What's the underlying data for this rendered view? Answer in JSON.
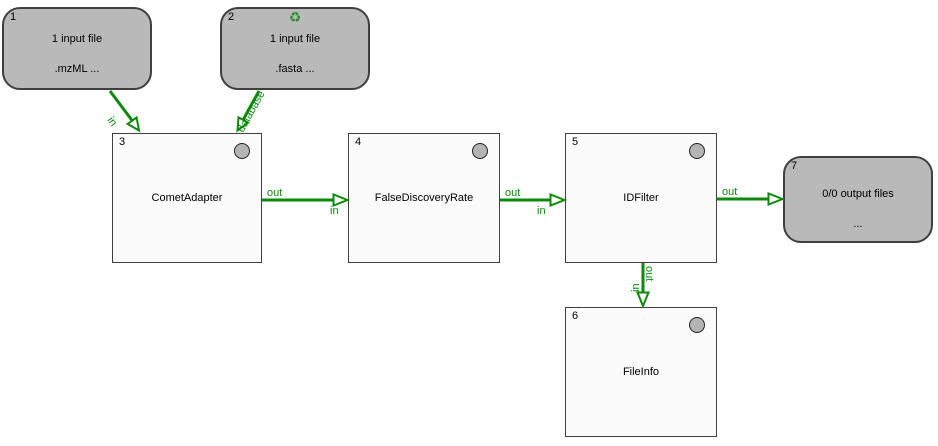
{
  "palette": {
    "edge_green": "#0c8a0c",
    "node_gray_fill": "#b9b9b9",
    "node_light_fill": "#fbfbfb",
    "node_border": "#3f3f3f",
    "circle_fill": "#b4b4b4",
    "recycle_green": "#2e8b2e"
  },
  "icons": {
    "recycle": "♻"
  },
  "nodes": [
    {
      "number": "1",
      "type": "input",
      "line1": "1 input file",
      "line2": ".mzML ..."
    },
    {
      "number": "2",
      "type": "input",
      "line1": "1 input file",
      "line2": ".fasta ..."
    },
    {
      "number": "3",
      "type": "tool",
      "label": "CometAdapter"
    },
    {
      "number": "4",
      "type": "tool",
      "label": "FalseDiscoveryRate"
    },
    {
      "number": "5",
      "type": "tool",
      "label": "IDFilter"
    },
    {
      "number": "6",
      "type": "tool",
      "label": "FileInfo"
    },
    {
      "number": "7",
      "type": "output",
      "line1": "0/0 output files",
      "line2": "..."
    }
  ],
  "edges": [
    {
      "from": "1",
      "to": "3",
      "target_label": "in"
    },
    {
      "from": "2",
      "to": "3",
      "target_label": "database"
    },
    {
      "from": "3",
      "to": "4",
      "source_label": "out",
      "target_label": "in"
    },
    {
      "from": "4",
      "to": "5",
      "source_label": "out",
      "target_label": "in"
    },
    {
      "from": "5",
      "to": "7",
      "source_label": "out"
    },
    {
      "from": "5",
      "to": "6",
      "source_label": "out",
      "target_label": "in"
    }
  ]
}
